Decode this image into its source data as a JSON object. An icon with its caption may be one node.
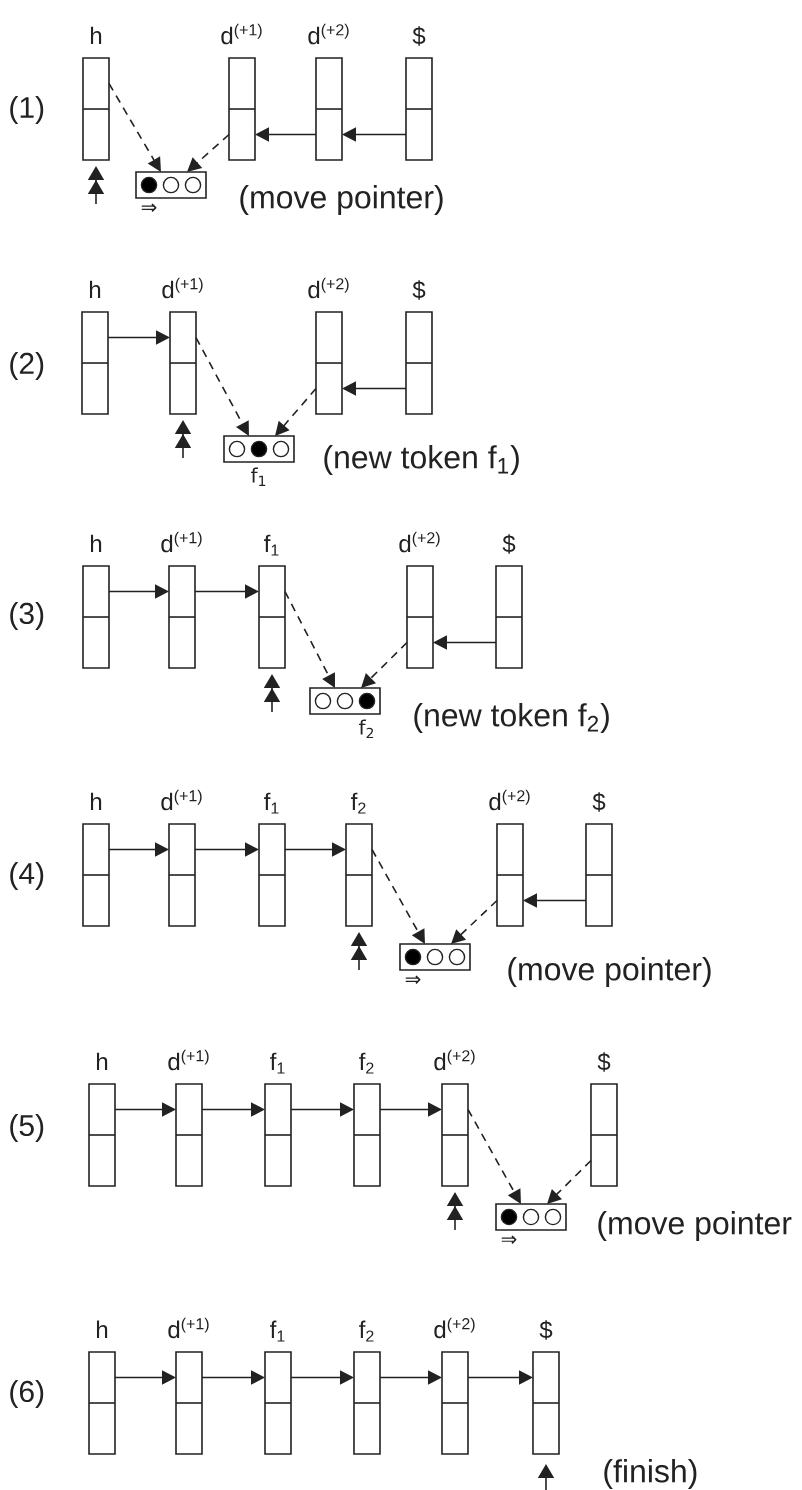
{
  "diagram": {
    "nodes": [
      {
        "text": [
          "h"
        ]
      },
      {
        "text": [
          "d$^{(+1)}$"
        ]
      },
      {
        "text": [
          "d$^{(+2)}$"
        ]
      },
      {
        "text": [
          "$"
        ]
      },
      {
        "text": [],
        "shape": "box",
        "beside": [
          "⇒"
        ]
      },
      {
        "text": [
          "h"
        ]
      },
      {
        "text": [
          "d$^{(+1)}$"
        ]
      },
      {
        "text": [
          "d$^{(+2)}$"
        ]
      },
      {
        "text": [
          "$"
        ]
      },
      {
        "text": [],
        "shape": "box",
        "beside": [
          "f$_{1}$"
        ]
      },
      {
        "text": [
          "h"
        ]
      },
      {
        "text": [
          "d$^{(+1)}$"
        ]
      },
      {
        "text": [
          "f$_{1}$"
        ]
      },
      {
        "text": [
          "d$^{(+2)}$"
        ]
      },
      {
        "text": [
          "$"
        ]
      },
      {
        "text": [],
        "shape": "box",
        "beside": [
          "f$_{2}$"
        ]
      },
      {
        "text": [
          "h"
        ]
      },
      {
        "text": [
          "d$^{(+1)}$"
        ]
      },
      {
        "text": [
          "f$_{1}$"
        ]
      },
      {
        "text": [
          "f$_{2}$"
        ]
      },
      {
        "text": [
          "d$^{(+2)}$"
        ]
      },
      {
        "text": [
          "$"
        ]
      },
      {
        "text": [],
        "shape": "box",
        "beside": [
          "⇒"
        ]
      },
      {
        "text": [
          "h"
        ]
      },
      {
        "text": [
          "d$^{(+1)}$"
        ]
      },
      {
        "text": [
          "f$_{1}$"
        ]
      },
      {
        "text": [
          "f$_{2}$"
        ]
      },
      {
        "text": [
          "d$^{(+2)}$"
        ]
      },
      {
        "text": [
          "$"
        ]
      },
      {
        "text": [],
        "shape": "box",
        "beside": [
          "⇒"
        ]
      },
      {
        "text": [
          "h"
        ]
      },
      {
        "text": [
          "d$^{(+1)}$"
        ]
      },
      {
        "text": [
          "f$_{1}$"
        ]
      },
      {
        "text": [
          "f$_{2}$"
        ]
      },
      {
        "text": [
          "d$^{(+2)}$"
        ]
      },
      {
        "text": [
          "$"
        ]
      }
    ],
    "edges": [
      {
        "from": 3,
        "to": 2,
        "arrow": "to"
      },
      {
        "from": 2,
        "to": 1,
        "arrow": "to"
      },
      {
        "from": 0,
        "to": 4,
        "arrow": "to",
        "style": "dashed"
      },
      {
        "from": 1,
        "to": 4,
        "arrow": "to",
        "style": "dashed"
      },
      {
        "from": null,
        "to": 0,
        "arrow": "to"
      },
      {
        "from": 5,
        "to": 6,
        "arrow": "to"
      },
      {
        "from": 8,
        "to": 7,
        "arrow": "to"
      },
      {
        "from": 6,
        "to": 9,
        "arrow": "to",
        "style": "dashed"
      },
      {
        "from": 7,
        "to": 9,
        "arrow": "to",
        "style": "dashed"
      },
      {
        "from": null,
        "to": 6,
        "arrow": "to"
      },
      {
        "from": 10,
        "to": 11,
        "arrow": "to"
      },
      {
        "from": 11,
        "to": 12,
        "arrow": "to"
      },
      {
        "from": 14,
        "to": 13,
        "arrow": "to"
      },
      {
        "from": 12,
        "to": 15,
        "arrow": "to",
        "style": "dashed"
      },
      {
        "from": 13,
        "to": 15,
        "arrow": "to",
        "style": "dashed"
      },
      {
        "from": null,
        "to": 12,
        "arrow": "to"
      },
      {
        "from": 16,
        "to": 17,
        "arrow": "to"
      },
      {
        "from": 17,
        "to": 18,
        "arrow": "to"
      },
      {
        "from": 18,
        "to": 19,
        "arrow": "to"
      },
      {
        "from": 21,
        "to": 20,
        "arrow": "to"
      },
      {
        "from": 19,
        "to": 22,
        "arrow": "to",
        "style": "dashed"
      },
      {
        "from": 20,
        "to": 22,
        "arrow": "to",
        "style": "dashed"
      },
      {
        "from": null,
        "to": 19,
        "arrow": "to"
      },
      {
        "from": 23,
        "to": 24,
        "arrow": "to"
      },
      {
        "from": 24,
        "to": 25,
        "arrow": "to"
      },
      {
        "from": 25,
        "to": 26,
        "arrow": "to"
      },
      {
        "from": 26,
        "to": 27,
        "arrow": "to"
      },
      {
        "from": 27,
        "to": 29,
        "arrow": "to",
        "style": "dashed"
      },
      {
        "from": 28,
        "to": 29,
        "arrow": "to",
        "style": "dashed"
      },
      {
        "from": null,
        "to": 27,
        "arrow": "to"
      },
      {
        "from": 30,
        "to": 31,
        "arrow": "to"
      },
      {
        "from": 31,
        "to": 32,
        "arrow": "to"
      },
      {
        "from": 32,
        "to": 33,
        "arrow": "to"
      },
      {
        "from": 33,
        "to": 34,
        "arrow": "to"
      },
      {
        "from": 34,
        "to": 35,
        "arrow": "to"
      },
      {
        "from": null,
        "to": 35,
        "arrow": "to"
      }
    ],
    "labels": [
      "(1)",
      "(move pointer)",
      "(2)",
      "(new token f$_{1}$)",
      "(3)",
      "(new token f$_{2}$)",
      "(4)",
      "(move pointer)",
      "(5)",
      "(move pointer",
      "(6)",
      "(finish)"
    ]
  }
}
